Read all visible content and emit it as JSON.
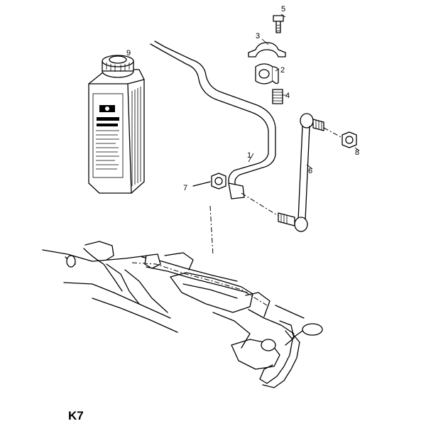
{
  "callouts": {
    "c1": "1",
    "c2": "2",
    "c3": "3",
    "c4": "4",
    "c5": "5",
    "c6": "6",
    "c7": "7",
    "c8": "8",
    "c9": "9"
  },
  "diagram_code": "K7"
}
